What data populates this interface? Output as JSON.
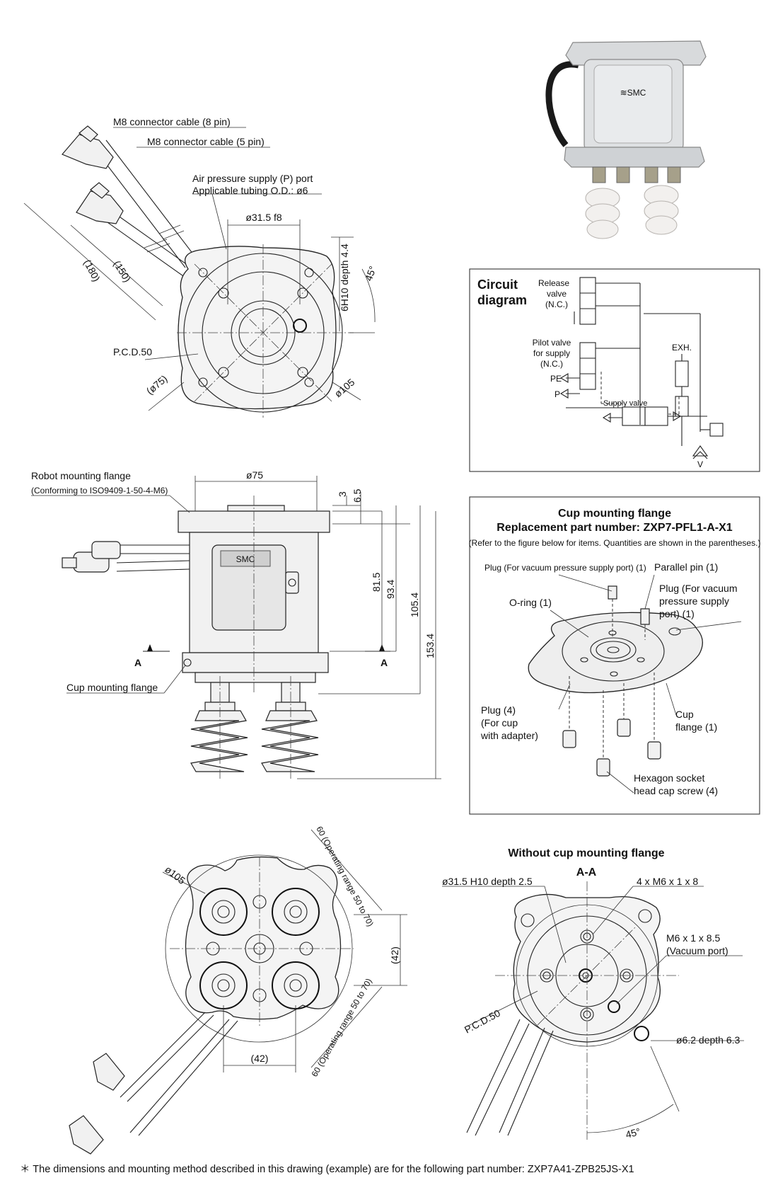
{
  "top_view": {
    "m8_8pin": "M8 connector cable (8 pin)",
    "m8_5pin": "M8 connector cable (5 pin)",
    "air_port_1": "Air pressure supply (P) port",
    "air_port_2": "Applicable tubing O.D.: ø6",
    "dia_31_5": "ø31.5 f8",
    "len_180": "(180)",
    "len_150": "(150)",
    "hole_depth": "6H10 depth 4.4",
    "angle_45": "45°",
    "pcd50": "P.C.D.50",
    "dia_75": "(ø75)",
    "dia_105": "ø105"
  },
  "side_view": {
    "robot_flange_1": "Robot mounting flange",
    "robot_flange_2": "(Conforming to ISO9409-1-50-4-M6)",
    "dia_75": "ø75",
    "dim_3": "3",
    "dim_6_5": "6.5",
    "dim_81_5": "81.5",
    "dim_93_4": "93.4",
    "dim_105_4": "105.4",
    "dim_153_4": "153.4",
    "section_a": "A",
    "cup_flange": "Cup mounting flange",
    "brand": "SMC"
  },
  "bottom_view": {
    "dia_105": "ø105",
    "range_top": "60 (Operating range 50 to 70)",
    "range_bottom": "60 (Operating range 50 to 70)",
    "dim_42_v": "(42)",
    "dim_42_h": "(42)"
  },
  "circuit": {
    "title_1": "Circuit",
    "title_2": "diagram",
    "release_1": "Release",
    "release_2": "valve",
    "release_3": "(N.C.)",
    "pilot_1": "Pilot valve",
    "pilot_2": "for supply",
    "pilot_3": "(N.C.)",
    "exh": "EXH.",
    "pe": "PE",
    "p": "P",
    "supply_valve": "Supply valve",
    "v": "V"
  },
  "cup_flange_box": {
    "title_1": "Cup mounting flange",
    "title_2": "Replacement part number: ZXP7-PFL1-A-X1",
    "note": "(Refer to the figure below for items. Quantities are shown in the parentheses.)",
    "plug_vac": "Plug (For vacuum pressure supply port) (1)",
    "parallel_pin": "Parallel pin (1)",
    "plug_vac2_1": "Plug (For vacuum",
    "plug_vac2_2": "pressure supply",
    "plug_vac2_3": "port) (1)",
    "oring": "O-ring (1)",
    "plug4_1": "Plug (4)",
    "plug4_2": "(For cup",
    "plug4_3": "with adapter)",
    "cup_flange_1": "Cup",
    "cup_flange_2": "flange (1)",
    "hex_1": "Hexagon socket",
    "hex_2": "head cap screw (4)"
  },
  "section_view": {
    "title": "Without cup mounting flange",
    "aa": "A-A",
    "bore": "ø31.5 H10 depth 2.5",
    "m6_holes": "4 x M6 x 1 x 8",
    "vac_port_1": "M6 x 1 x 8.5",
    "vac_port_2": "(Vacuum port)",
    "pcd50": "P.C.D.50",
    "pin_hole": "ø6.2 depth 6.3",
    "angle_45": "45°"
  },
  "footnote": "＊ The dimensions and mounting method described in this drawing (example) are for the following part number: ZXP7A41-ZPB25JS-X1"
}
